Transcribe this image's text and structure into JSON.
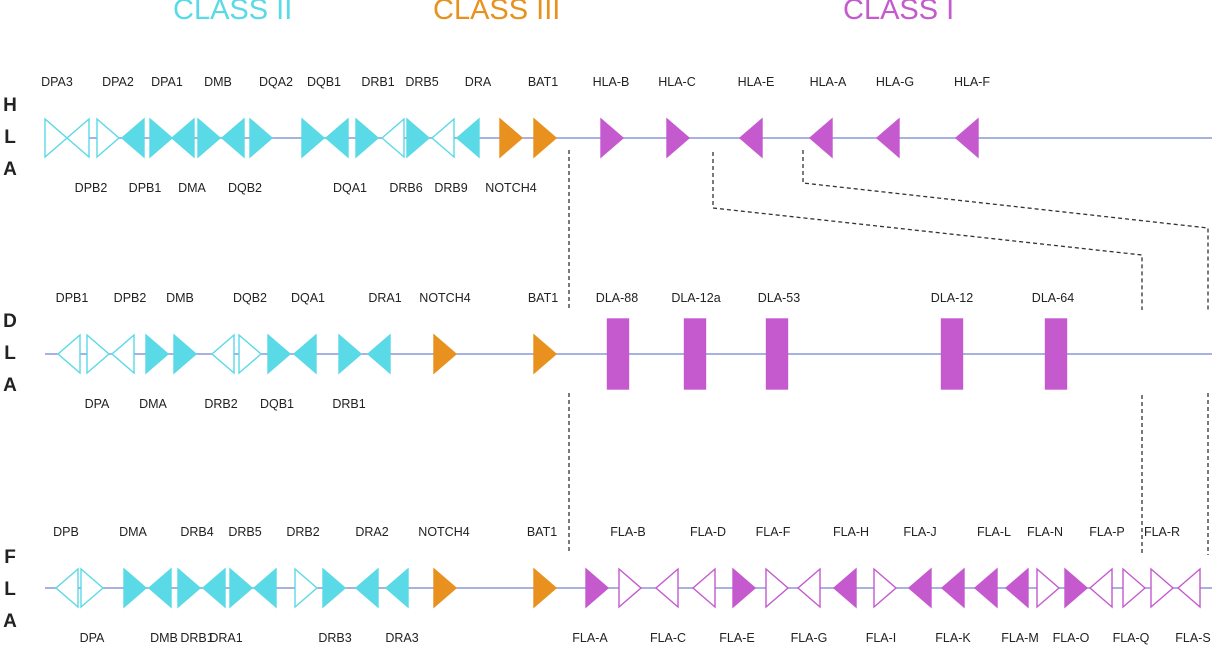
{
  "colors": {
    "class2": "#5ad9e6",
    "class3": "#e8911e",
    "class1": "#c55acf",
    "line": "#8a98d8",
    "dashed": "#333333",
    "text": "#222222"
  },
  "class_headers": [
    {
      "label": "CLASS II",
      "color": "#5ad9e6"
    },
    {
      "label": "CLASS III",
      "color": "#e8911e"
    },
    {
      "label": "CLASS I",
      "color": "#c55acf"
    }
  ],
  "species": [
    {
      "name": "HLA",
      "letters": [
        "H",
        "L",
        "A"
      ]
    },
    {
      "name": "DLA",
      "letters": [
        "D",
        "L",
        "A"
      ]
    },
    {
      "name": "FLA",
      "letters": [
        "F",
        "L",
        "A"
      ]
    }
  ],
  "rows": [
    {
      "genes": [
        {
          "label": "DPA3",
          "pos": "top",
          "cls": "class2",
          "shape": "tri",
          "dir": "right",
          "filled": false
        },
        {
          "label": "DPB2",
          "pos": "bottom",
          "cls": "class2",
          "shape": "tri",
          "dir": "left",
          "filled": false
        },
        {
          "label": "DPA2",
          "pos": "top",
          "cls": "class2",
          "shape": "tri",
          "dir": "right",
          "filled": false
        },
        {
          "label": "DPB1",
          "pos": "bottom",
          "cls": "class2",
          "shape": "tri",
          "dir": "left",
          "filled": true
        },
        {
          "label": "DPA1",
          "pos": "top",
          "cls": "class2",
          "shape": "tri",
          "dir": "right",
          "filled": true
        },
        {
          "label": "DMA",
          "pos": "bottom",
          "cls": "class2",
          "shape": "tri",
          "dir": "left",
          "filled": true
        },
        {
          "label": "DMB",
          "pos": "top",
          "cls": "class2",
          "shape": "tri",
          "dir": "right",
          "filled": true
        },
        {
          "label": "DQB2",
          "pos": "bottom",
          "cls": "class2",
          "shape": "tri",
          "dir": "left",
          "filled": true
        },
        {
          "label": "DQA2",
          "pos": "top",
          "cls": "class2",
          "shape": "tri",
          "dir": "right",
          "filled": true
        },
        {
          "label": "DQB1",
          "pos": "top",
          "cls": "class2",
          "shape": "tri",
          "dir": "right",
          "filled": true
        },
        {
          "label": "DQA1",
          "pos": "bottom",
          "cls": "class2",
          "shape": "tri",
          "dir": "left",
          "filled": true
        },
        {
          "label": "DRB1",
          "pos": "top",
          "cls": "class2",
          "shape": "tri",
          "dir": "right",
          "filled": true
        },
        {
          "label": "DRB6",
          "pos": "bottom",
          "cls": "class2",
          "shape": "tri",
          "dir": "left",
          "filled": false
        },
        {
          "label": "DRB5",
          "pos": "top",
          "cls": "class2",
          "shape": "tri",
          "dir": "right",
          "filled": true
        },
        {
          "label": "DRB9",
          "pos": "bottom",
          "cls": "class2",
          "shape": "tri",
          "dir": "left",
          "filled": false
        },
        {
          "label": "DRA",
          "pos": "top",
          "cls": "class2",
          "shape": "tri",
          "dir": "left",
          "filled": true
        },
        {
          "label": "NOTCH4",
          "pos": "bottom",
          "cls": "class3",
          "shape": "tri",
          "dir": "right",
          "filled": true
        },
        {
          "label": "BAT1",
          "pos": "top",
          "cls": "class3",
          "shape": "tri",
          "dir": "right",
          "filled": true
        },
        {
          "label": "HLA-B",
          "pos": "top",
          "cls": "class1",
          "shape": "tri",
          "dir": "right",
          "filled": true
        },
        {
          "label": "HLA-C",
          "pos": "top",
          "cls": "class1",
          "shape": "tri",
          "dir": "right",
          "filled": true
        },
        {
          "label": "HLA-E",
          "pos": "top",
          "cls": "class1",
          "shape": "tri",
          "dir": "left",
          "filled": true
        },
        {
          "label": "HLA-A",
          "pos": "top",
          "cls": "class1",
          "shape": "tri",
          "dir": "left",
          "filled": true
        },
        {
          "label": "HLA-G",
          "pos": "top",
          "cls": "class1",
          "shape": "tri",
          "dir": "left",
          "filled": true
        },
        {
          "label": "HLA-F",
          "pos": "top",
          "cls": "class1",
          "shape": "tri",
          "dir": "left",
          "filled": true
        }
      ]
    },
    {
      "genes": [
        {
          "label": "DPB1",
          "pos": "top",
          "cls": "class2",
          "shape": "tri",
          "dir": "left",
          "filled": false
        },
        {
          "label": "DPA",
          "pos": "bottom",
          "cls": "class2",
          "shape": "tri",
          "dir": "right",
          "filled": false
        },
        {
          "label": "DPB2",
          "pos": "top",
          "cls": "class2",
          "shape": "tri",
          "dir": "left",
          "filled": false
        },
        {
          "label": "DMA",
          "pos": "bottom",
          "cls": "class2",
          "shape": "tri",
          "dir": "right",
          "filled": true
        },
        {
          "label": "DMB",
          "pos": "top",
          "cls": "class2",
          "shape": "tri",
          "dir": "right",
          "filled": true
        },
        {
          "label": "DRB2",
          "pos": "bottom",
          "cls": "class2",
          "shape": "tri",
          "dir": "left",
          "filled": false
        },
        {
          "label": "DQB2",
          "pos": "top",
          "cls": "class2",
          "shape": "tri",
          "dir": "right",
          "filled": false
        },
        {
          "label": "DQB1",
          "pos": "bottom",
          "cls": "class2",
          "shape": "tri",
          "dir": "right",
          "filled": true
        },
        {
          "label": "DQA1",
          "pos": "top",
          "cls": "class2",
          "shape": "tri",
          "dir": "left",
          "filled": true
        },
        {
          "label": "DRB1",
          "pos": "bottom",
          "cls": "class2",
          "shape": "tri",
          "dir": "right",
          "filled": true
        },
        {
          "label": "DRA1",
          "pos": "top",
          "cls": "class2",
          "shape": "tri",
          "dir": "left",
          "filled": true
        },
        {
          "label": "NOTCH4",
          "pos": "top",
          "cls": "class3",
          "shape": "tri",
          "dir": "right",
          "filled": true
        },
        {
          "label": "BAT1",
          "pos": "top",
          "cls": "class3",
          "shape": "tri",
          "dir": "right",
          "filled": true
        },
        {
          "label": "DLA-88",
          "pos": "top",
          "cls": "class1",
          "shape": "rect",
          "filled": true
        },
        {
          "label": "DLA-12a",
          "pos": "top",
          "cls": "class1",
          "shape": "rect",
          "filled": true
        },
        {
          "label": "DLA-53",
          "pos": "top",
          "cls": "class1",
          "shape": "rect",
          "filled": true
        },
        {
          "label": "DLA-12",
          "pos": "top",
          "cls": "class1",
          "shape": "rect",
          "filled": true
        },
        {
          "label": "DLA-64",
          "pos": "top",
          "cls": "class1",
          "shape": "rect",
          "filled": true
        }
      ]
    },
    {
      "genes": [
        {
          "label": "DPB",
          "pos": "top",
          "cls": "class2",
          "shape": "tri",
          "dir": "left",
          "filled": false
        },
        {
          "label": "DPA",
          "pos": "bottom",
          "cls": "class2",
          "shape": "tri",
          "dir": "right",
          "filled": false
        },
        {
          "label": "DMA",
          "pos": "top",
          "cls": "class2",
          "shape": "tri",
          "dir": "right",
          "filled": true
        },
        {
          "label": "DMB",
          "pos": "bottom",
          "cls": "class2",
          "shape": "tri",
          "dir": "left",
          "filled": true
        },
        {
          "label": "DRB4",
          "pos": "top",
          "cls": "class2",
          "shape": "tri",
          "dir": "right",
          "filled": true
        },
        {
          "label": "DRB1",
          "pos": "bottom",
          "cls": "class2",
          "shape": "tri",
          "dir": "left",
          "filled": true
        },
        {
          "label": "DRB5",
          "pos": "top",
          "cls": "class2",
          "shape": "tri",
          "dir": "right",
          "filled": true
        },
        {
          "label": "DRA1",
          "pos": "bottom",
          "cls": "class2",
          "shape": "tri",
          "dir": "left",
          "filled": true
        },
        {
          "label": "DRB2",
          "pos": "top",
          "cls": "class2",
          "shape": "tri",
          "dir": "right",
          "filled": false
        },
        {
          "label": "DRB3",
          "pos": "bottom",
          "cls": "class2",
          "shape": "tri",
          "dir": "right",
          "filled": true
        },
        {
          "label": "DRA2",
          "pos": "top",
          "cls": "class2",
          "shape": "tri",
          "dir": "left",
          "filled": true
        },
        {
          "label": "DRA3",
          "pos": "bottom",
          "cls": "class2",
          "shape": "tri",
          "dir": "left",
          "filled": true
        },
        {
          "label": "NOTCH4",
          "pos": "top",
          "cls": "class3",
          "shape": "tri",
          "dir": "right",
          "filled": true
        },
        {
          "label": "BAT1",
          "pos": "top",
          "cls": "class3",
          "shape": "tri",
          "dir": "right",
          "filled": true
        },
        {
          "label": "FLA-A",
          "pos": "bottom",
          "cls": "class1",
          "shape": "tri",
          "dir": "right",
          "filled": true
        },
        {
          "label": "FLA-B",
          "pos": "top",
          "cls": "class1",
          "shape": "tri",
          "dir": "right",
          "filled": false
        },
        {
          "label": "FLA-C",
          "pos": "bottom",
          "cls": "class1",
          "shape": "tri",
          "dir": "left",
          "filled": false
        },
        {
          "label": "FLA-D",
          "pos": "top",
          "cls": "class1",
          "shape": "tri",
          "dir": "left",
          "filled": false
        },
        {
          "label": "FLA-E",
          "pos": "bottom",
          "cls": "class1",
          "shape": "tri",
          "dir": "right",
          "filled": true
        },
        {
          "label": "FLA-F",
          "pos": "top",
          "cls": "class1",
          "shape": "tri",
          "dir": "right",
          "filled": false
        },
        {
          "label": "FLA-G",
          "pos": "bottom",
          "cls": "class1",
          "shape": "tri",
          "dir": "left",
          "filled": false
        },
        {
          "label": "FLA-H",
          "pos": "top",
          "cls": "class1",
          "shape": "tri",
          "dir": "left",
          "filled": true
        },
        {
          "label": "FLA-I",
          "pos": "bottom",
          "cls": "class1",
          "shape": "tri",
          "dir": "right",
          "filled": false
        },
        {
          "label": "FLA-J",
          "pos": "top",
          "cls": "class1",
          "shape": "tri",
          "dir": "left",
          "filled": true
        },
        {
          "label": "FLA-K",
          "pos": "bottom",
          "cls": "class1",
          "shape": "tri",
          "dir": "left",
          "filled": true
        },
        {
          "label": "FLA-L",
          "pos": "top",
          "cls": "class1",
          "shape": "tri",
          "dir": "left",
          "filled": true
        },
        {
          "label": "FLA-M",
          "pos": "bottom",
          "cls": "class1",
          "shape": "tri",
          "dir": "left",
          "filled": true
        },
        {
          "label": "FLA-N",
          "pos": "top",
          "cls": "class1",
          "shape": "tri",
          "dir": "right",
          "filled": false
        },
        {
          "label": "FLA-O",
          "pos": "bottom",
          "cls": "class1",
          "shape": "tri",
          "dir": "right",
          "filled": true
        },
        {
          "label": "FLA-P",
          "pos": "top",
          "cls": "class1",
          "shape": "tri",
          "dir": "left",
          "filled": false
        },
        {
          "label": "FLA-Q",
          "pos": "bottom",
          "cls": "class1",
          "shape": "tri",
          "dir": "right",
          "filled": false
        },
        {
          "label": "FLA-R",
          "pos": "top",
          "cls": "class1",
          "shape": "tri",
          "dir": "right",
          "filled": false
        },
        {
          "label": "FLA-S",
          "pos": "bottom",
          "cls": "class1",
          "shape": "tri",
          "dir": "left",
          "filled": false
        }
      ]
    }
  ]
}
